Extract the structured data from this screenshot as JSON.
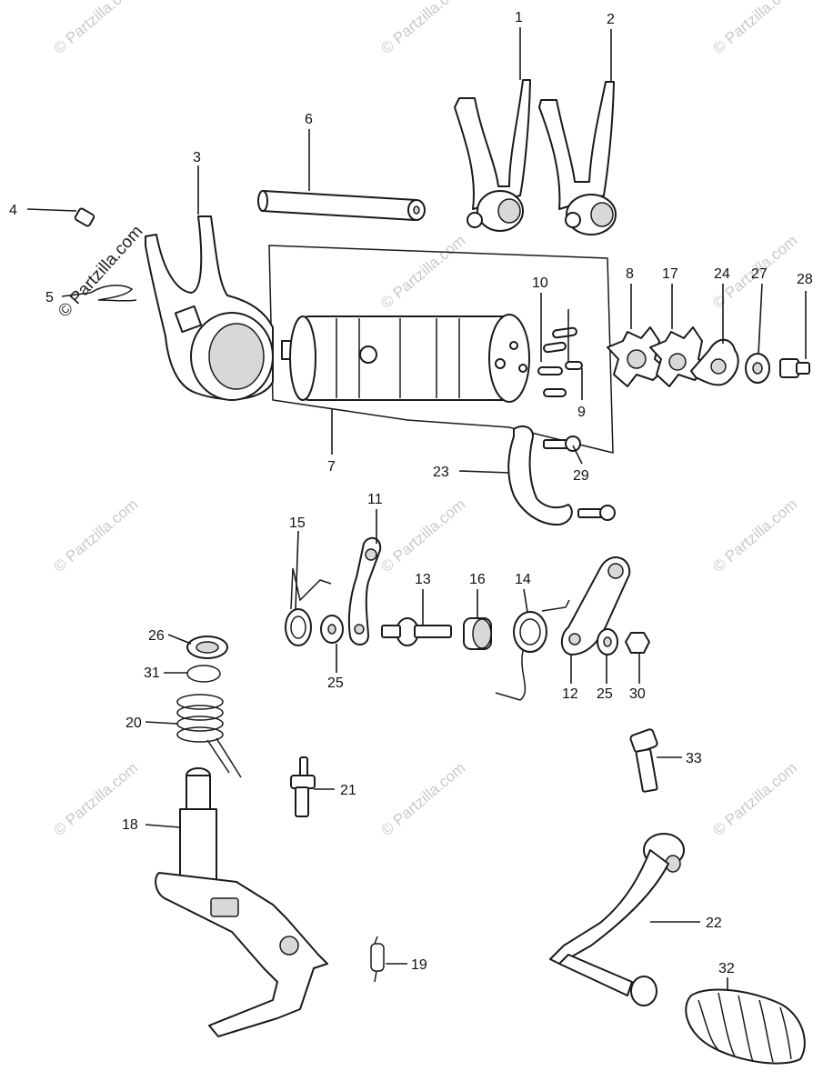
{
  "watermark": {
    "text": "© Partzilla.com",
    "primary_text": "© Partzilla.com",
    "color": "#c9c9c9"
  },
  "callouts": [
    {
      "label": "1"
    },
    {
      "label": "2"
    },
    {
      "label": "3"
    },
    {
      "label": "4"
    },
    {
      "label": "5"
    },
    {
      "label": "6"
    },
    {
      "label": "7"
    },
    {
      "label": "8"
    },
    {
      "label": "17"
    },
    {
      "label": "24"
    },
    {
      "label": "27"
    },
    {
      "label": "28"
    },
    {
      "label": "10"
    },
    {
      "label": "9"
    },
    {
      "label": "29"
    },
    {
      "label": "23"
    },
    {
      "label": "11"
    },
    {
      "label": "15"
    },
    {
      "label": "13"
    },
    {
      "label": "16"
    },
    {
      "label": "14"
    },
    {
      "label": "25"
    },
    {
      "label": "12"
    },
    {
      "label": "25"
    },
    {
      "label": "30"
    },
    {
      "label": "26"
    },
    {
      "label": "31"
    },
    {
      "label": "20"
    },
    {
      "label": "21"
    },
    {
      "label": "33"
    },
    {
      "label": "18"
    },
    {
      "label": "22"
    },
    {
      "label": "19"
    },
    {
      "label": "32"
    }
  ],
  "icons": [
    "shift-fork-icon",
    "shift-drum-icon",
    "spring-icon",
    "gear-change-pedal-icon"
  ]
}
